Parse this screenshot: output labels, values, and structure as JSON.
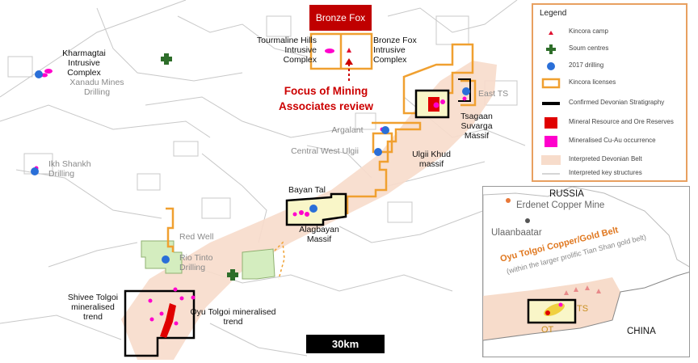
{
  "map_labels": {
    "bronze_fox_title": "Bronze Fox",
    "tourmaline_hills": "Tourmaline Hills\nIntrusive\nComplex",
    "bronze_fox_complex": "Bronze Fox\nIntrusive\nComplex",
    "focus": "Focus of Mining\nAssociates review",
    "kharmagtai": "Kharmagtai\nIntrusive\nComplex",
    "xanadu": "Xanadu Mines\nDrilling",
    "east_ts": "East TS",
    "tsagaan_suvarga": "Tsagaan\nSuvarga\nMassif",
    "argalant": "Argalant",
    "central_west_ulgii": "Central West Ulgii",
    "ulgii_khud": "Ulgii Khud\nmassif",
    "ikh_shankh": "Ikh Shankh\nDrilling",
    "bayan_tal": "Bayan Tal",
    "alagbayan": "Alagbayan\nMassif",
    "red_well": "Red Well",
    "rio_tinto": "Rio Tinto\nDrilling",
    "shivee_tolgoi": "Shivee Tolgoi\nmineralised\ntrend",
    "oyu_tolgoi": "Oyu Tolgoi mineralised\ntrend",
    "scale_bar": "30km"
  },
  "legend": {
    "title": "Legend",
    "items": [
      {
        "label": "Kincora camp",
        "symbol": "camp-icon"
      },
      {
        "label": "Soum centres",
        "symbol": "cross-icon"
      },
      {
        "label": "2017 drilling",
        "symbol": "drill-dot-icon"
      },
      {
        "label": "Kincora licenses",
        "symbol": "license-box-icon"
      },
      {
        "label": "Confirmed Devonian Stratigraphy",
        "symbol": "black-line-icon"
      },
      {
        "label": "Mineral Resource and Ore Reserves",
        "symbol": "red-square-icon"
      },
      {
        "label": "Mineralised Cu-Au occurrence",
        "symbol": "magenta-square-icon"
      },
      {
        "label": "Interpreted Devonian Belt",
        "symbol": "belt-swatch-icon"
      },
      {
        "label": "Interpreted key structures",
        "symbol": "grey-line-icon"
      }
    ]
  },
  "inset": {
    "russia": "RUSSIA",
    "erdenet": "Erdenet Copper Mine",
    "ulaanbaatar": "Ulaanbaatar",
    "belt_title": "Oyu Tolgoi Copper/Gold Belt",
    "belt_subtitle": "(within the larger prolific Tian Shan gold belt)",
    "ts": "TS",
    "ot": "OT",
    "china": "CHINA"
  },
  "colors": {
    "license": "#f0a030",
    "devonian_belt": "#f7dccb",
    "resource": "#e00000",
    "occurrence": "#ff00cc",
    "drilling": "#2a6fd8",
    "soum": "#2e6e2a",
    "structure": "#c8c8c8",
    "title_red": "#c00000"
  }
}
